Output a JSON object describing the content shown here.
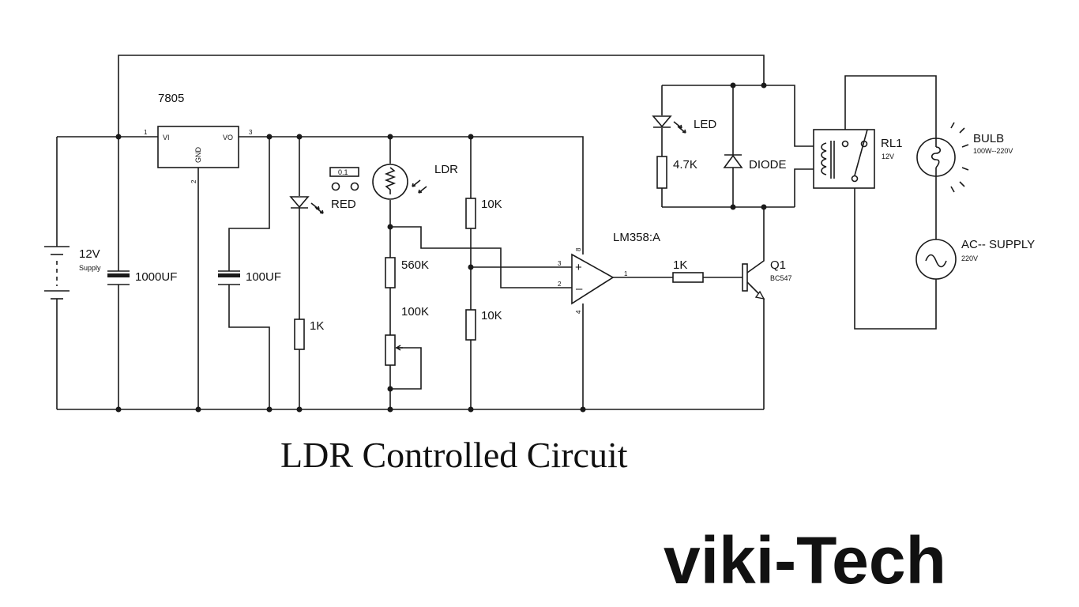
{
  "title": "LDR Controlled Circuit",
  "brand": "viki-Tech",
  "regulator": {
    "name": "7805",
    "pin_vi": "VI",
    "pin_vo": "VO",
    "pin_gnd": "GND",
    "pin1": "1",
    "pin2": "2",
    "pin3": "3"
  },
  "battery": {
    "label": "12V",
    "sub": "Supply"
  },
  "cap1": "1000UF",
  "cap2": "100UF",
  "res_1k_led": "1K",
  "led_red": "RED",
  "ldr": {
    "label": "LDR",
    "meter": "0.1"
  },
  "res_560k": "560K",
  "pot_100k": "100K",
  "res_10k_top": "10K",
  "res_10k_bottom": "10K",
  "opamp": {
    "label": "LM358:A",
    "plus": "+",
    "minus": "–",
    "pin3": "3",
    "pin2": "2",
    "pin1": "1",
    "pin8": "8",
    "pin4": "4"
  },
  "res_1k_base": "1K",
  "transistor": {
    "label": "Q1",
    "part": "BC547"
  },
  "led_top": "LED",
  "res_4k7": "4.7K",
  "diode": "DIODE",
  "relay": {
    "label": "RL1",
    "sub": "12V"
  },
  "bulb": {
    "label": "BULB",
    "sub": "100W--220V"
  },
  "ac": {
    "label": "AC-- SUPPLY",
    "sub": "220V"
  }
}
